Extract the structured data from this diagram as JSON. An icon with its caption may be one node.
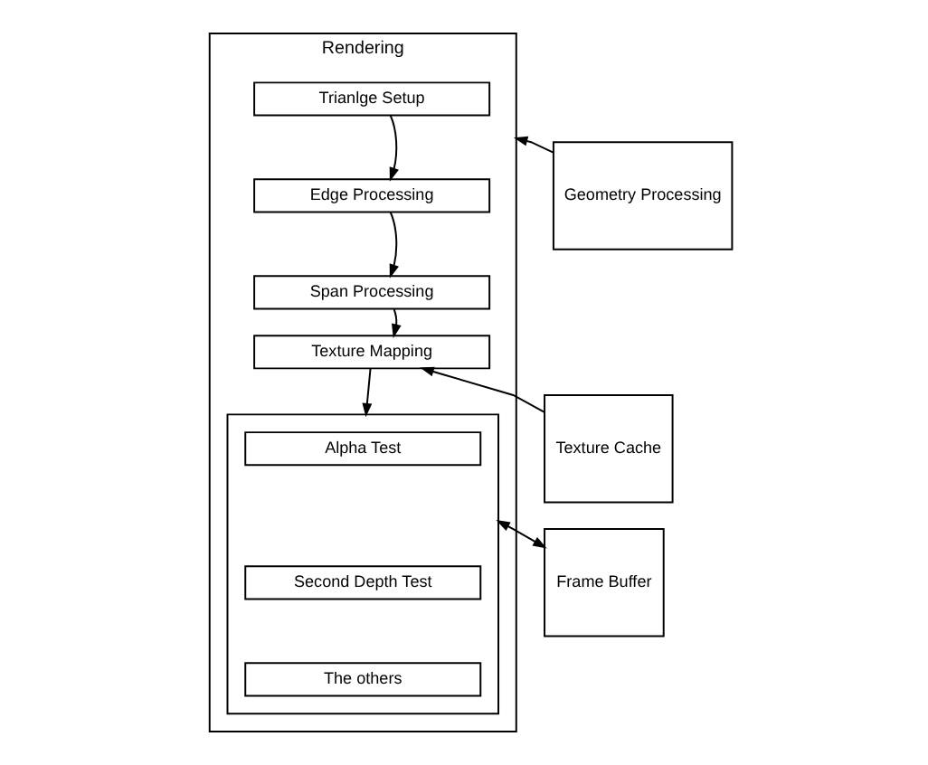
{
  "diagram": {
    "nodes": [
      {
        "text": [
          "Geometry Processing"
        ]
      },
      {
        "text": [
          "Rendering"
        ]
      },
      {
        "text": [
          "Trianlge Setup"
        ],
        "in": 1
      },
      {
        "text": [
          "Edge Processing"
        ],
        "in": 1
      },
      {
        "text": [
          "Span Processing"
        ],
        "in": 1
      },
      {
        "text": [
          "Texture Mapping"
        ],
        "in": 1
      },
      {
        "text": [],
        "shape": "box",
        "in": 1
      },
      {
        "text": [
          "Alpha Test"
        ],
        "in": 6
      },
      {
        "text": [
          "Second Depth Test"
        ],
        "in": 6
      },
      {
        "text": [
          "The others"
        ],
        "in": 6
      },
      {
        "text": [
          "Texture Cache"
        ]
      },
      {
        "text": [
          "Frame Buffer"
        ]
      }
    ],
    "edges": [
      {
        "from": 0,
        "to": 1,
        "arrow": "to"
      },
      {
        "from": 2,
        "to": 3,
        "arrow": "to"
      },
      {
        "from": 3,
        "to": 4,
        "arrow": "to"
      },
      {
        "from": 4,
        "to": 5,
        "arrow": "to"
      },
      {
        "from": 5,
        "to": 6,
        "arrow": "to"
      },
      {
        "from": 10,
        "to": 5,
        "arrow": "to"
      },
      {
        "from": 11,
        "to": 6,
        "arrow": "both"
      }
    ]
  }
}
